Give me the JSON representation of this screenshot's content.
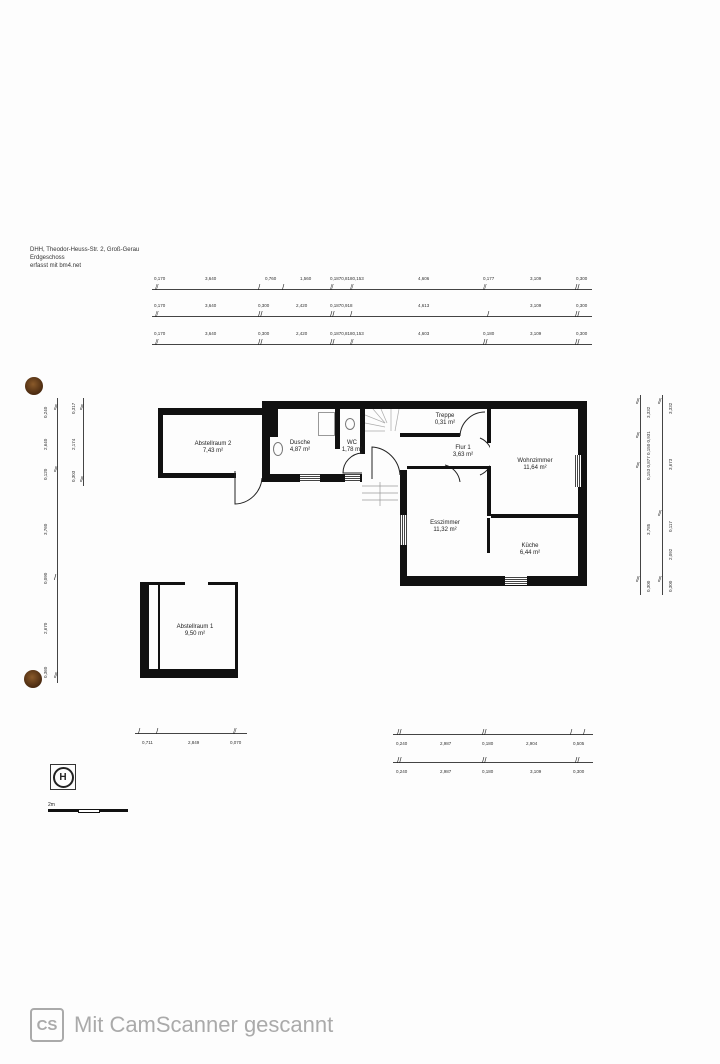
{
  "header": {
    "line1": "DHH, Theodor-Heuss-Str. 2, Groß-Gerau",
    "line2": "Erdgeschoss",
    "line3": "erfasst mit bm4.net"
  },
  "top_dimensions": [
    {
      "row": 1,
      "values": [
        "0,170",
        "3,640",
        "0,760",
        "1,560",
        "0,1870,8180,153",
        "4,606",
        "0,177",
        "3,109",
        "0,300"
      ]
    },
    {
      "row": 2,
      "values": [
        "0,170",
        "3,640",
        "0,300",
        "2,420",
        "0,1870,918",
        "4,613",
        "3,109",
        "0,300"
      ]
    },
    {
      "row": 3,
      "values": [
        "0,170",
        "3,640",
        "0,300",
        "2,420",
        "0,1870,8180,153",
        "4,603",
        "0,180",
        "3,109",
        "0,300"
      ]
    }
  ],
  "left_dimensions": {
    "outer": [
      "0,240",
      "2,640",
      "0,120",
      "3,760",
      "0,090",
      "2,670",
      "0,360"
    ],
    "inner": [
      "0,317",
      "2,174",
      "0,303"
    ]
  },
  "right_dimensions": {
    "inner": [
      "3,332",
      "0,153 0,877 0,150 0,931",
      "3,785",
      "0,300"
    ],
    "outer": [
      "3,332",
      "3,673",
      "0,117",
      "2,092",
      "0,300"
    ]
  },
  "bottom_dimensions": {
    "left": [
      "0,711",
      "2,849",
      "0,070"
    ],
    "right_row1": [
      "0,240",
      "2,987",
      "0,180",
      "2,904",
      "0,505"
    ],
    "right_row2": [
      "0,240",
      "2,987",
      "0,180",
      "3,109",
      "0,300"
    ]
  },
  "rooms": [
    {
      "name": "Abstellraum 2",
      "area": "7,43 m²"
    },
    {
      "name": "Dusche",
      "area": "4,87 m²"
    },
    {
      "name": "WC",
      "area": "1,78 m²"
    },
    {
      "name": "Treppe",
      "area": "0,31 m²"
    },
    {
      "name": "Flur 1",
      "area": "3,63 m²"
    },
    {
      "name": "Wohnzimmer",
      "area": "11,64 m²"
    },
    {
      "name": "Esszimmer",
      "area": "11,32 m²"
    },
    {
      "name": "Küche",
      "area": "6,44 m²"
    },
    {
      "name": "Abstellraum 1",
      "area": "9,50 m²"
    }
  ],
  "scale_bar": {
    "label": "2m"
  },
  "compass": {
    "icon": "north-arrow-icon",
    "glyph": "H"
  },
  "watermark": {
    "logo": "CS",
    "text": "Mit CamScanner gescannt"
  }
}
